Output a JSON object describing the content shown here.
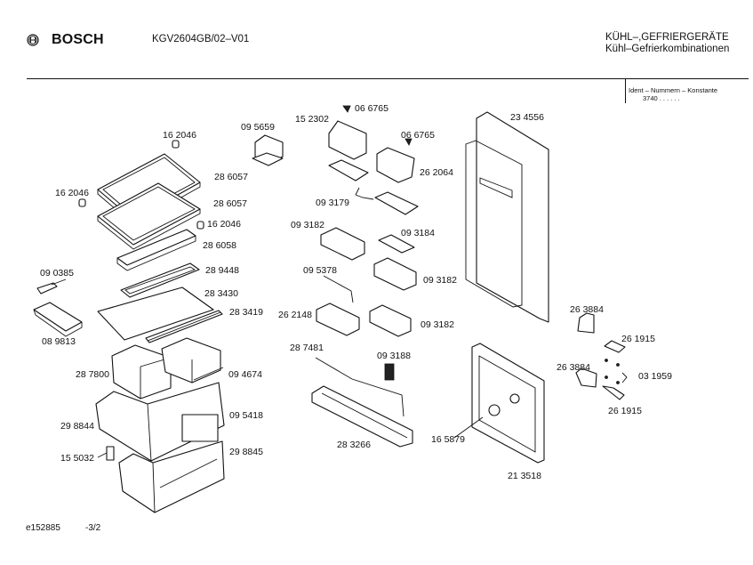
{
  "header": {
    "brand": "BOSCH",
    "logo_icon": "bosch-armature-logo-icon",
    "model": "KGV2604GB/02–V01",
    "category_line1": "KÜHL–,GEFRIERGERÄTE",
    "category_line2": "Kühl–Gefrierkombinationen",
    "ident_label": "Ident – Nummern – Konstante",
    "ident_value": "3740 . .  . . . ."
  },
  "footer": {
    "drawing_id": "e152885",
    "page": "-3/2"
  },
  "parts": {
    "p01": "16 2046",
    "p02": "28 6057",
    "p03": "16 2046",
    "p04": "28 6057",
    "p05": "16 2046",
    "p06": "28 6058",
    "p07": "09 5659",
    "p08": "09 0385",
    "p09": "28 9448",
    "p10": "28 3430",
    "p11": "08 9813",
    "p12": "28 3419",
    "p13": "28 7800",
    "p14": "09 4674",
    "p15": "29 8844",
    "p16": "09 5418",
    "p17": "15 5032",
    "p18": "29 8845",
    "p19": "06 6765",
    "p20": "15 2302",
    "p21": "06 6765",
    "p22": "26 2064",
    "p23": "09 3179",
    "p24": "09 3182",
    "p25": "09 3184",
    "p26": "09 5378",
    "p27": "09 3182",
    "p28": "26 2148",
    "p29": "09 3182",
    "p30": "28 7481",
    "p31": "09 3188",
    "p32": "28 3266",
    "p33": "23 4556",
    "p34": "16 5879",
    "p35": "21 3518",
    "p36": "26 3884",
    "p37": "26 1915",
    "p38": "26 3884",
    "p39": "03 1959",
    "p40": "26 1915"
  }
}
